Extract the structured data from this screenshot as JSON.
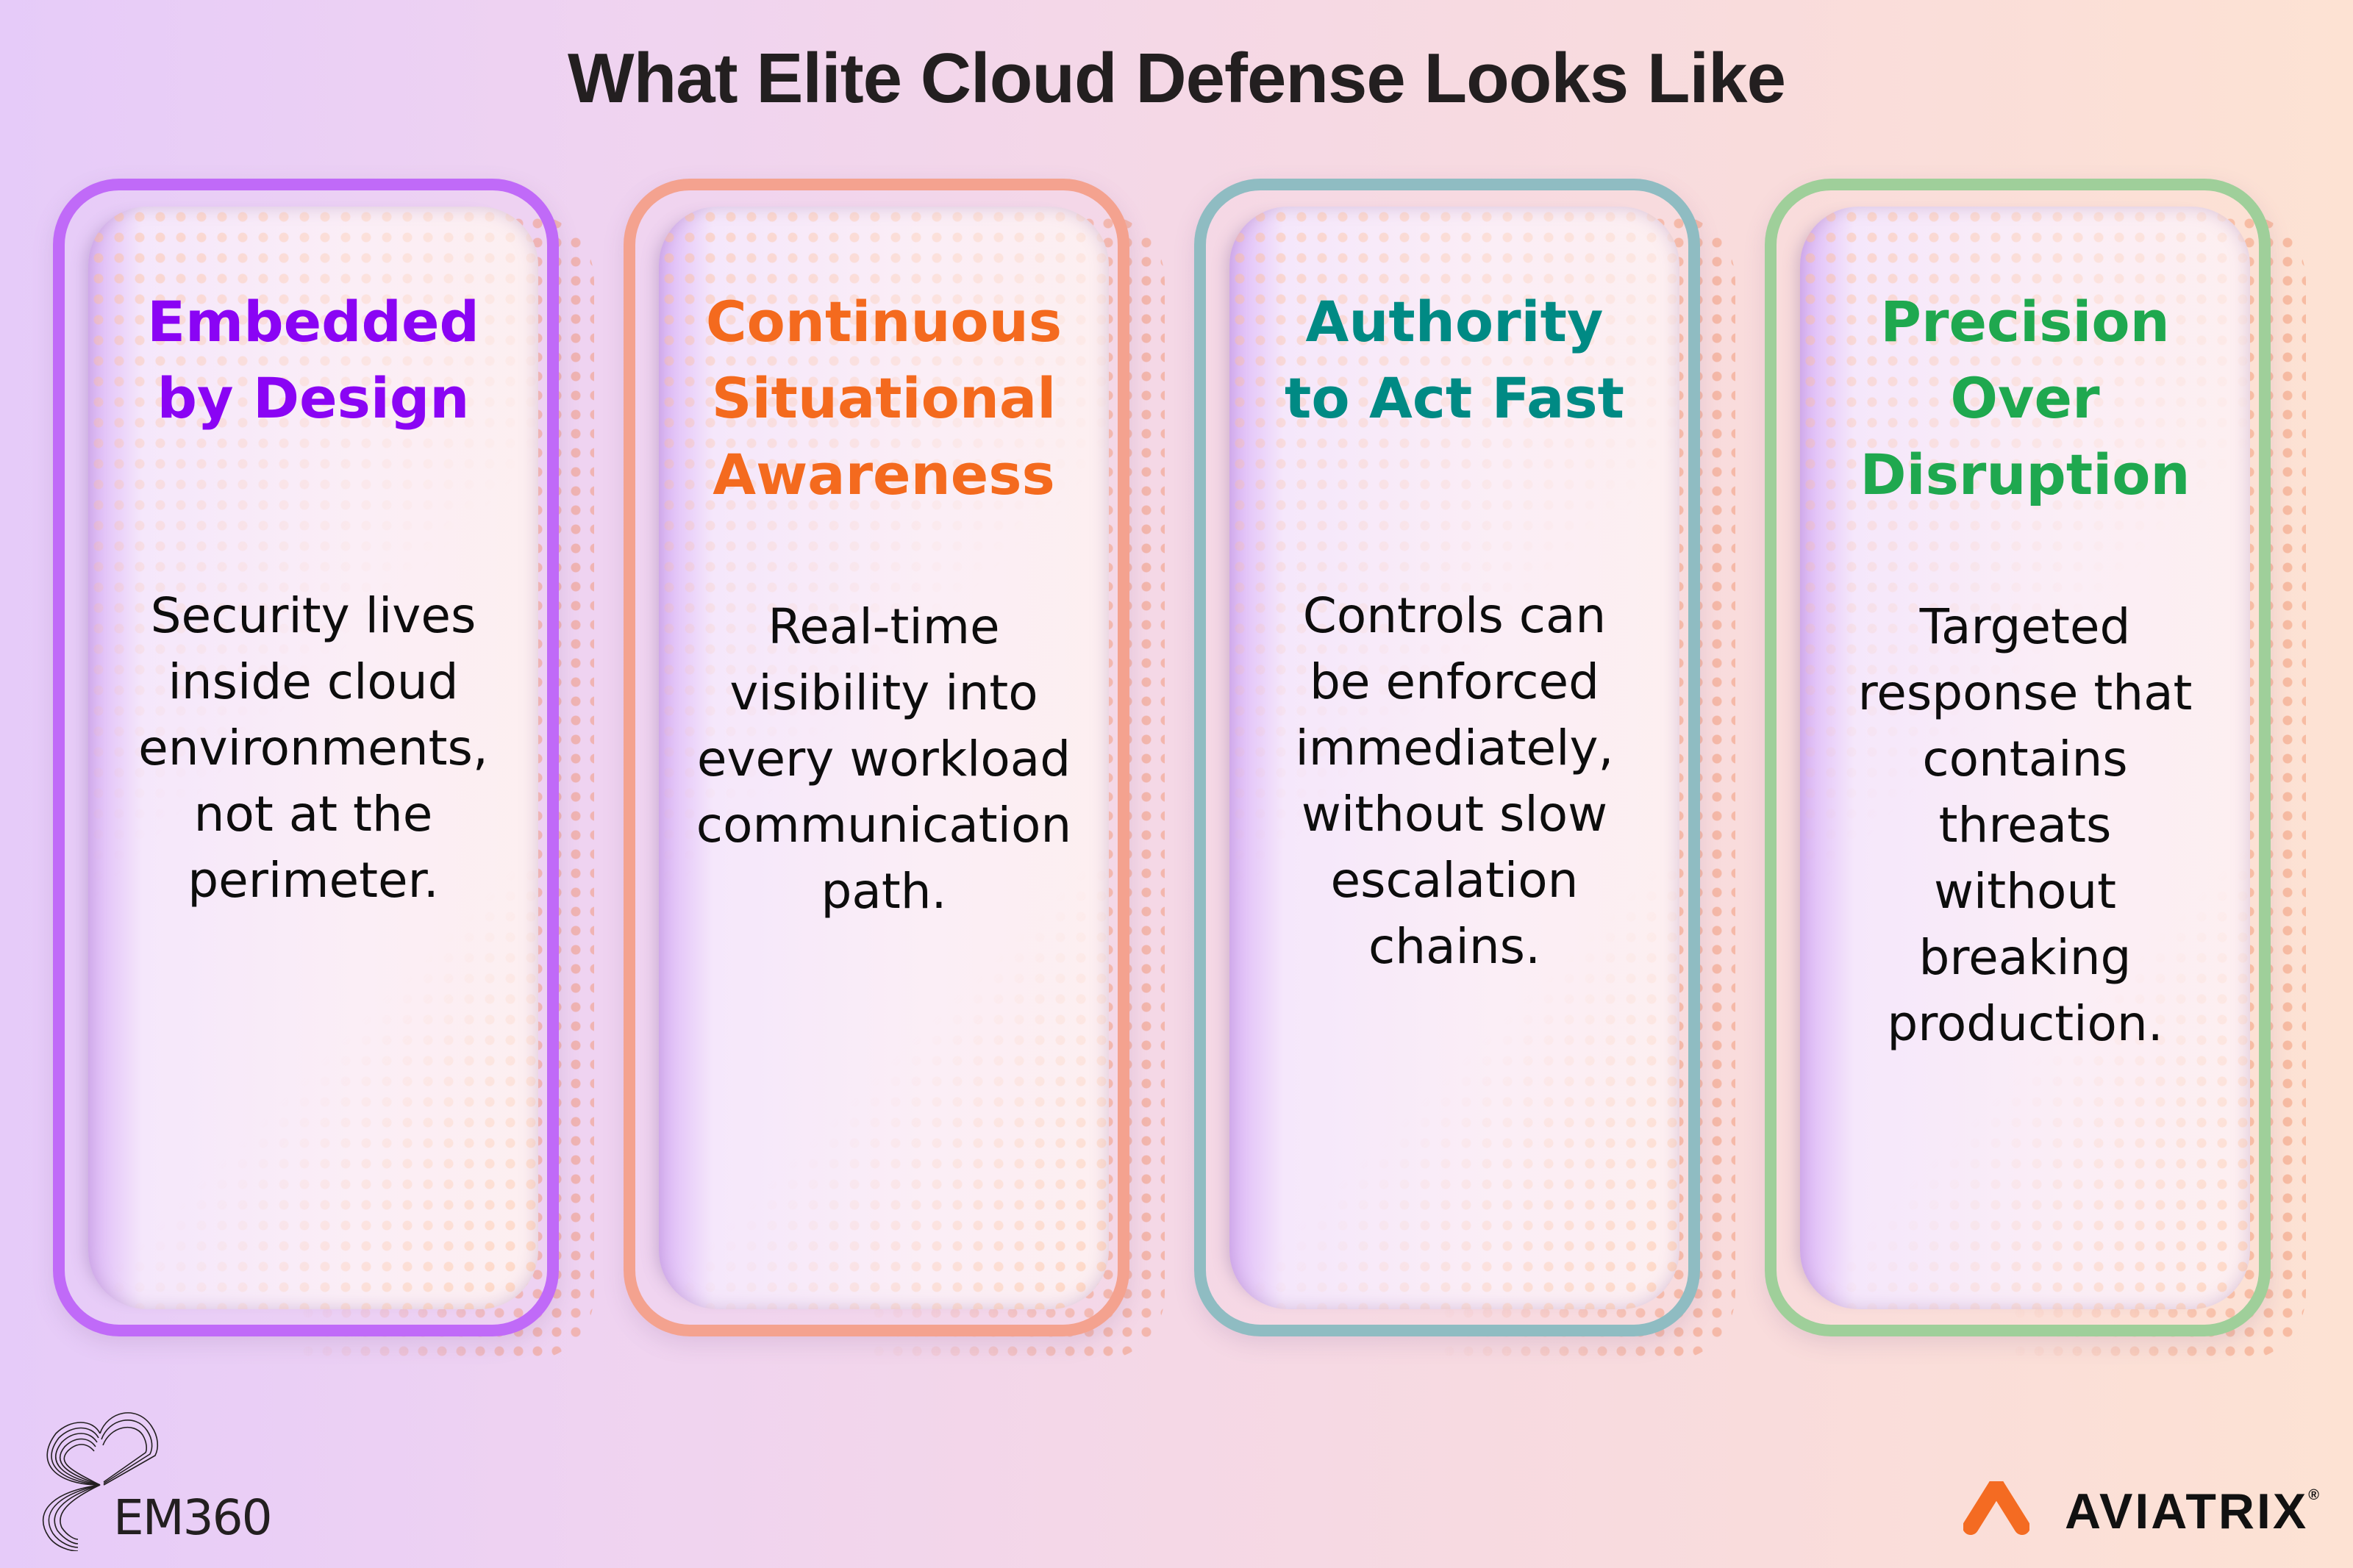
{
  "title": "What Elite Cloud Defense Looks Like",
  "colors": {
    "card1_accent": "#8a04f4",
    "card2_accent": "#f46a1e",
    "card3_accent": "#008a84",
    "card4_accent": "#1fa84f",
    "aviatrix_orange": "#f46b22"
  },
  "cards": [
    {
      "heading": "Embedded\nby Design",
      "body": "Security lives\ninside cloud\nenvironments,\nnot at the\nperimeter."
    },
    {
      "heading": "Continuous\nSituational\nAwareness",
      "body": "Real-time\nvisibility into\nevery workload\ncommunication\npath."
    },
    {
      "heading": "Authority\nto Act Fast",
      "body": "Controls can\nbe enforced\nimmediately,\nwithout slow\nescalation\nchains."
    },
    {
      "heading": "Precision\nOver\nDisruption",
      "body": "Targeted\nresponse that\ncontains\nthreats\nwithout\nbreaking\nproduction."
    }
  ],
  "logos": {
    "left": {
      "text": "EM360",
      "icon": "em360-cloud-lines-icon"
    },
    "right": {
      "text": "AVIATRIX",
      "registered": "®",
      "icon": "aviatrix-chevron-icon"
    }
  }
}
